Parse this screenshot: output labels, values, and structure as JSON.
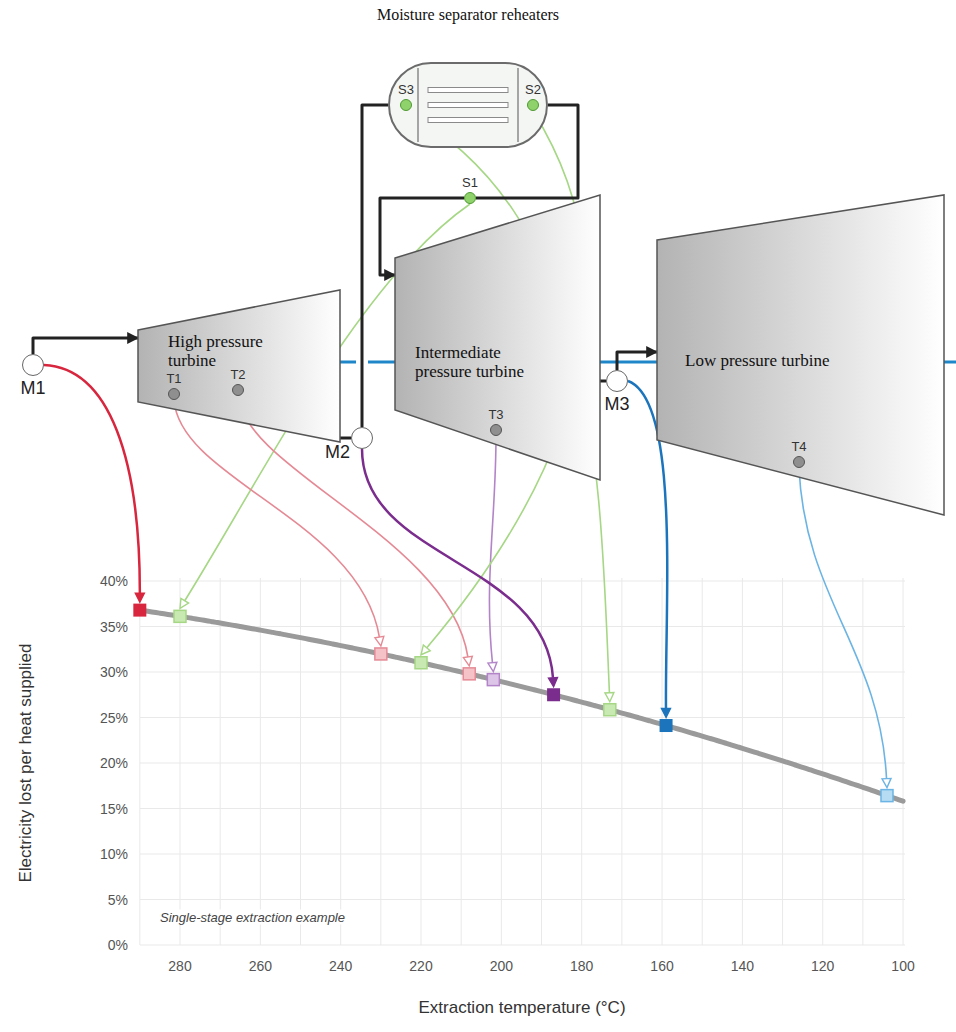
{
  "diagram": {
    "nodes": [
      {
        "text": [
          "Moisture separator reheaters"
        ]
      },
      {
        "text": [
          "S3"
        ],
        "in": 0
      },
      {
        "text": [
          "S2"
        ],
        "in": 0
      },
      {
        "text": [
          "S1"
        ]
      },
      {
        "text": [
          "M1"
        ]
      },
      {
        "text": [
          "High pressure turbine"
        ]
      },
      {
        "text": [
          "T1"
        ],
        "in": 5
      },
      {
        "text": [
          "T2"
        ],
        "in": 5
      },
      {
        "text": [
          "M2"
        ]
      },
      {
        "text": [
          "Intermediate pressure turbine"
        ]
      },
      {
        "text": [
          "T3"
        ],
        "in": 9
      },
      {
        "text": [
          "M3"
        ]
      },
      {
        "text": [
          "Low pressure turbine"
        ]
      },
      {
        "text": [
          "T4"
        ],
        "in": 12
      }
    ],
    "edges": [
      {
        "from": 4,
        "to": 5,
        "arrow": "to"
      },
      {
        "from": 5,
        "to": 8,
        "arrow": "none"
      },
      {
        "from": 8,
        "to": 0,
        "arrow": "none"
      },
      {
        "from": 0,
        "to": 3,
        "arrow": "none"
      },
      {
        "from": 3,
        "to": 9,
        "arrow": "to"
      },
      {
        "from": 9,
        "to": 11,
        "arrow": "none"
      },
      {
        "from": 11,
        "to": 12,
        "arrow": "to"
      }
    ],
    "labels": [
      "40%",
      "35%",
      "30%",
      "25%",
      "20%",
      "15%",
      "10%",
      "5%",
      "0%",
      "280",
      "260",
      "240",
      "220",
      "200",
      "180",
      "160",
      "140",
      "120",
      "100",
      "Single-stage extraction example",
      "Electricity lost per heat supplied",
      "Extraction temperature (°C)"
    ]
  }
}
